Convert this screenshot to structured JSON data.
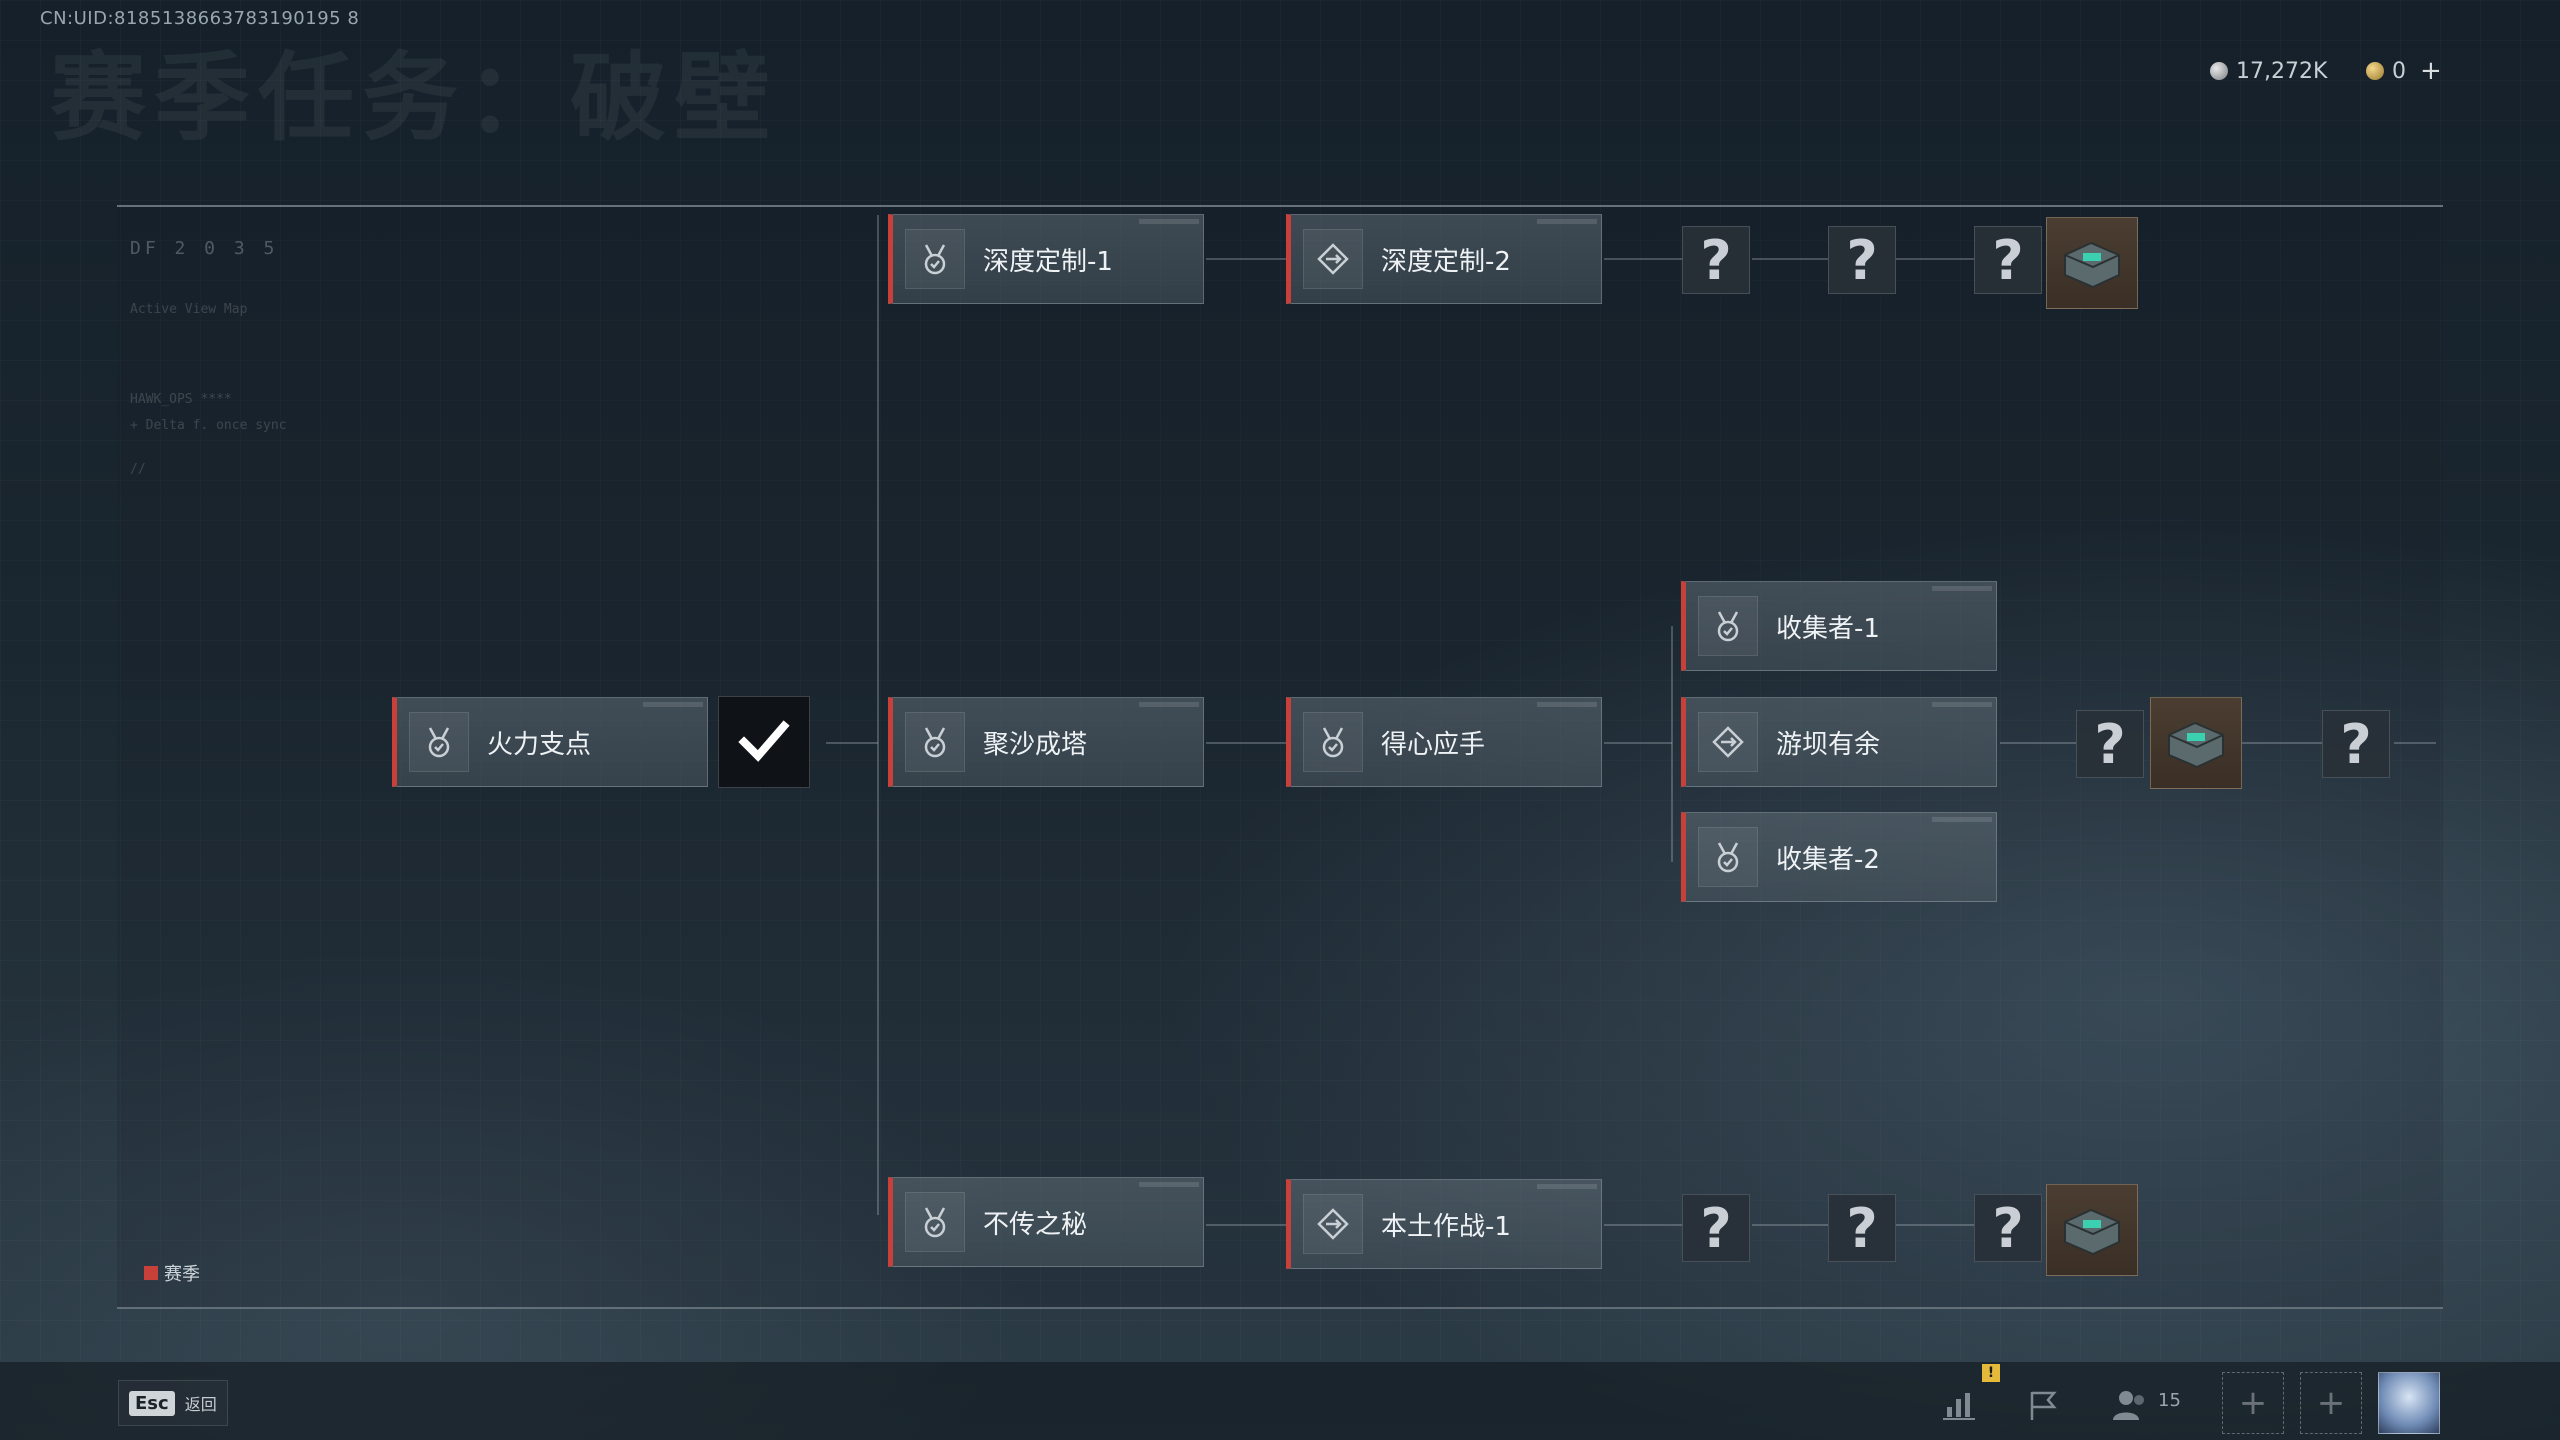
{
  "header": {
    "uid": "CN:UID:8185138663783190195 8",
    "season_title": "赛季任务：破壁",
    "currency_silver": "17,272K",
    "currency_gold": "0",
    "add_label": "+"
  },
  "map": {
    "df_tag": "DF 2 0 3 5",
    "hud_lines": [
      "Active View Map",
      "HAWK_OPS ****",
      "+ Delta f. once sync",
      "//"
    ],
    "nodes": {
      "fire_support": "火力支点",
      "deep_custom_1": "深度定制-1",
      "deep_custom_2": "深度定制-2",
      "sand_tower": "聚沙成塔",
      "secret": "不传之秘",
      "handy": "得心应手",
      "local_ops_1": "本土作战-1",
      "collector_1": "收集者-1",
      "dam_spare": "游坝有余",
      "collector_2": "收集者-2"
    },
    "unknown_mark": "?"
  },
  "legend": {
    "label": "赛季"
  },
  "bottom": {
    "esc_key": "Esc",
    "esc_label": "返回",
    "friend_count": "15",
    "warn": "!"
  }
}
